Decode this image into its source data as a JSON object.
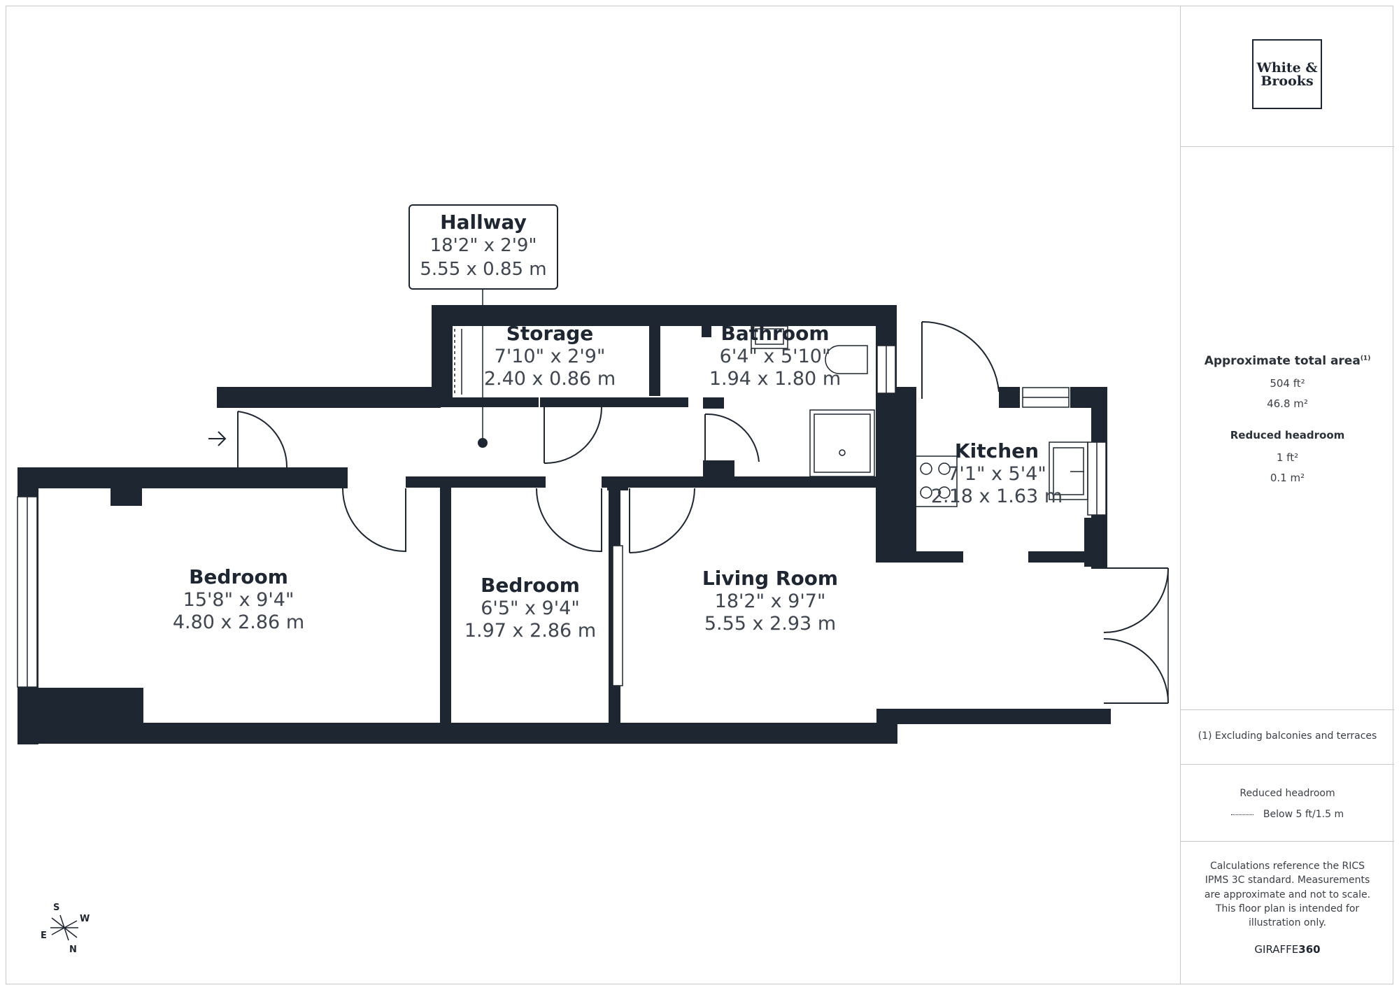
{
  "brand": {
    "line1": "White &",
    "line2": "Brooks"
  },
  "rooms": {
    "hallway": {
      "name": "Hallway",
      "imperial": "18'2\" x 2'9\"",
      "metric": "5.55 x 0.85 m"
    },
    "storage": {
      "name": "Storage",
      "imperial": "7'10\" x 2'9\"",
      "metric": "2.40 x 0.86 m"
    },
    "bathroom": {
      "name": "Bathroom",
      "imperial": "6'4\" x 5'10\"",
      "metric": "1.94 x 1.80 m"
    },
    "kitchen": {
      "name": "Kitchen",
      "imperial": "7'1\" x 5'4\"",
      "metric": "2.18 x 1.63 m"
    },
    "bedroom1": {
      "name": "Bedroom",
      "imperial": "15'8\" x 9'4\"",
      "metric": "4.80 x 2.86 m"
    },
    "bedroom2": {
      "name": "Bedroom",
      "imperial": "6'5\" x 9'4\"",
      "metric": "1.97 x 2.86 m"
    },
    "living": {
      "name": "Living Room",
      "imperial": "18'2\" x 9'7\"",
      "metric": "5.55 x 2.93 m"
    }
  },
  "sidebar": {
    "area_title": "Approximate total area",
    "area_sup": "(1)",
    "area_ft": "504 ft²",
    "area_m": "46.8 m²",
    "headroom_title": "Reduced headroom",
    "headroom_ft": "1 ft²",
    "headroom_m": "0.1 m²",
    "footnote": "(1) Excluding balconies and terraces",
    "legend_title": "Reduced headroom",
    "legend_item": "Below 5 ft/1.5 m",
    "disclaimer": "Calculations reference the RICS IPMS 3C standard. Measurements are approximate and not to scale. This floor plan is intended for illustration only.",
    "credit_a": "GIRAFFE",
    "credit_b": "360"
  },
  "compass": {
    "s": "S",
    "w": "W",
    "e": "E",
    "n": "N"
  },
  "colors": {
    "wall": "#1e2631",
    "border": "#c8c8c8"
  }
}
